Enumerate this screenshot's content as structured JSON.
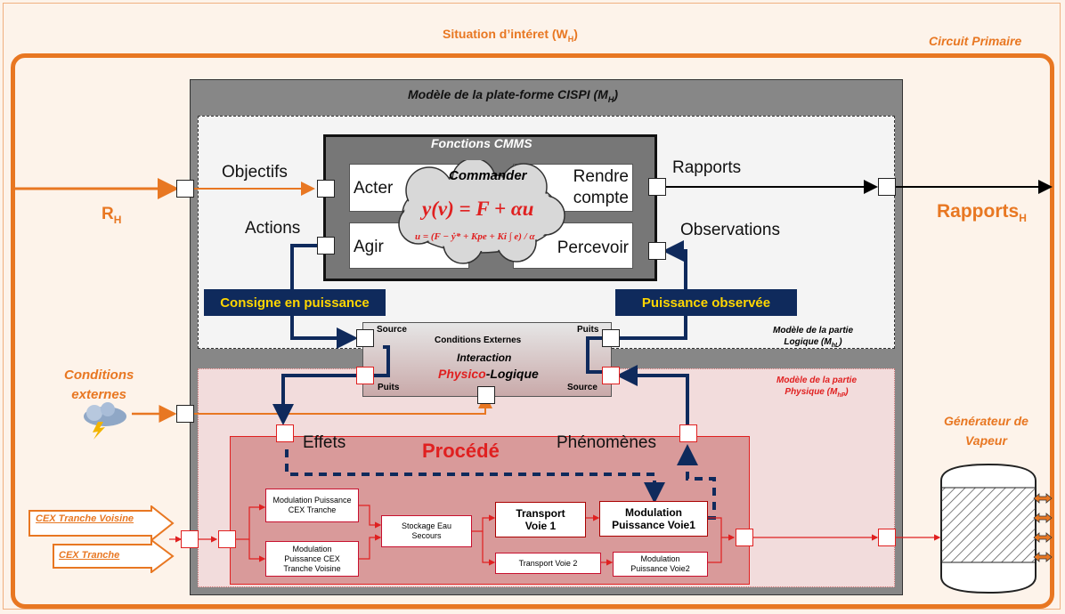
{
  "situation": {
    "label": "Situation d’intéret (W",
    "sub": "H",
    "close": ")"
  },
  "circuit_primaire": "Circuit Primaire",
  "platform": {
    "label": "Modèle de la plate-forme CISPI (M",
    "sub": "H",
    "close": ")"
  },
  "cmms": {
    "title": "Fonctions CMMS",
    "acter": "Acter",
    "rendre": "Rendre",
    "compte": "compte",
    "agir": "Agir",
    "percevoir": "Percevoir",
    "commander": "Commander",
    "equation": "y(v) = F + αu",
    "control_law": "u = (F − ẏ* + Kpe + Ki ∫ e) / α"
  },
  "labels": {
    "objectifs": "Objectifs",
    "actions": "Actions",
    "rapports": "Rapports",
    "observations": "Observations",
    "rh": "R",
    "rh_sub": "H",
    "rapports_h": "Rapports",
    "rapports_h_sub": "H",
    "consigne": "Consigne en puissance",
    "puissance_obs": "Puissance observée"
  },
  "logique": {
    "line1": "Modèle de la partie",
    "line2": "Logique (M",
    "sub": "hL",
    "close": ")"
  },
  "physique": {
    "line1": "Modèle de la partie",
    "line2": "Physique (M",
    "sub": "hP",
    "close": ")"
  },
  "interaction": {
    "conditions": "Conditions Externes",
    "interaction": "Interaction",
    "physico": "Physico",
    "logique": "-Logique",
    "source_tl": "Source",
    "puits_bl": "Puits",
    "puits_tr": "Puits",
    "source_br": "Source"
  },
  "conditions_externes": {
    "line1": "Conditions",
    "line2": "externes"
  },
  "procede": {
    "title": "Procédé",
    "effets": "Effets",
    "phenomenes": "Phénomènes",
    "mod_cex_tranche": "Modulation Puissance CEX Tranche",
    "mod_cex_voisine": "Modulation Puissance CEX Tranche Voisine",
    "stockage": "Stockage Eau Secours",
    "transport1": "Transport Voie 1",
    "transport2": "Transport Voie 2",
    "mod_voie1": "Modulation Puissance Voie1",
    "mod_voie2": "Modulation Puissance  Voie2"
  },
  "cex": {
    "voisine": "CEX Tranche Voisine",
    "tranche": "CEX  Tranche"
  },
  "generateur": {
    "line1": "Générateur de",
    "line2": "Vapeur"
  },
  "colors": {
    "orange": "#e87722",
    "navy": "#0f2a5c",
    "red": "#e02020"
  }
}
